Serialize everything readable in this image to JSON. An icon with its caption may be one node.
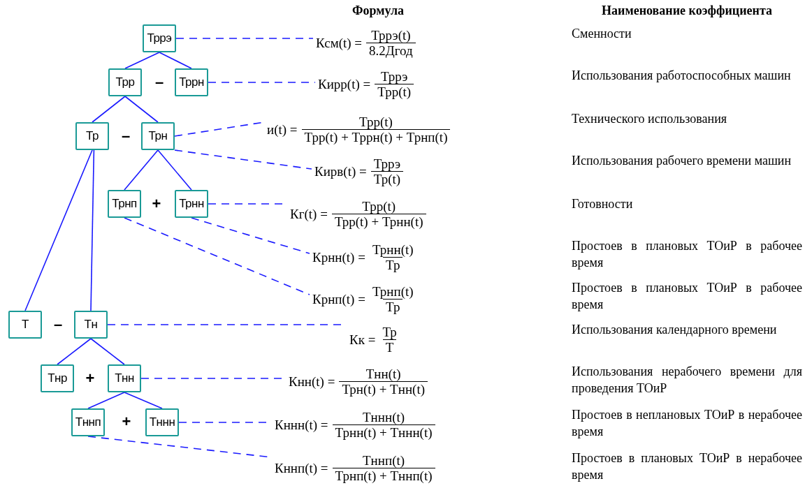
{
  "diagram": {
    "nodes": [
      {
        "text": [
          "Тррэ"
        ]
      },
      {
        "text": [
          "Трр"
        ]
      },
      {
        "text": [
          "Тррн"
        ]
      },
      {
        "text": [
          "Тр"
        ]
      },
      {
        "text": [
          "Трн"
        ]
      },
      {
        "text": [
          "Трнп"
        ]
      },
      {
        "text": [
          "Трнн"
        ]
      },
      {
        "text": [
          "Т"
        ]
      },
      {
        "text": [
          "Тн"
        ]
      },
      {
        "text": [
          "Тнр"
        ]
      },
      {
        "text": [
          "Тнн"
        ]
      },
      {
        "text": [
          "Тннп"
        ]
      },
      {
        "text": [
          "Тннн"
        ]
      },
      {
        "text": [
          "Ксм(t) =",
          "Тррэ(t)",
          "8.2Дгод"
        ]
      },
      {
        "text": [
          "Кирр(t) =",
          "Тррэ",
          "Трр(t)"
        ]
      },
      {
        "text": [
          "и(t) =",
          "Трр(t)",
          "Трр(t) + Тррн(t) +  Трнп(t)"
        ]
      },
      {
        "text": [
          "Кирв(t) =",
          "Тррэ",
          "Тр(t)"
        ]
      },
      {
        "text": [
          "Кг(t) =",
          "Трр(t)",
          "Трр(t) + Трнн(t)"
        ]
      },
      {
        "text": [
          "Крнн(t) =",
          "Трнн(t)",
          "Тр"
        ]
      },
      {
        "text": [
          "Крнп(t) =",
          "Трнп(t)",
          "Тр"
        ]
      },
      {
        "text": [
          "Кк =",
          "Тр",
          "Т"
        ]
      },
      {
        "text": [
          "Кнн(t) =",
          "Тнн(t)",
          "Трн(t) + Тнн(t)"
        ]
      },
      {
        "text": [
          "Кннн(t) =",
          "Тннн(t)",
          "Трнн(t) + Тннн(t)"
        ]
      },
      {
        "text": [
          "Кннп(t) =",
          "Тннп(t)",
          "Трнп(t) + Тннп(t)"
        ]
      }
    ],
    "edges": [
      {
        "from": 0,
        "to": 1,
        "arrow": "none"
      },
      {
        "from": 0,
        "to": 2,
        "arrow": "none"
      },
      {
        "from": 1,
        "to": 3,
        "arrow": "none"
      },
      {
        "from": 1,
        "to": 4,
        "arrow": "none"
      },
      {
        "from": 4,
        "to": 5,
        "arrow": "none"
      },
      {
        "from": 4,
        "to": 6,
        "arrow": "none"
      },
      {
        "from": 3,
        "to": 7,
        "arrow": "none"
      },
      {
        "from": 3,
        "to": 8,
        "arrow": "none"
      },
      {
        "from": 8,
        "to": 9,
        "arrow": "none"
      },
      {
        "from": 8,
        "to": 10,
        "arrow": "none"
      },
      {
        "from": 10,
        "to": 11,
        "arrow": "none"
      },
      {
        "from": 10,
        "to": 12,
        "arrow": "none"
      },
      {
        "from": 0,
        "to": 13,
        "arrow": "none",
        "style": "dashed"
      },
      {
        "from": 2,
        "to": 14,
        "arrow": "none",
        "style": "dashed"
      },
      {
        "from": 4,
        "to": 15,
        "arrow": "none",
        "style": "dashed"
      },
      {
        "from": 4,
        "to": 16,
        "arrow": "none",
        "style": "dashed"
      },
      {
        "from": 6,
        "to": 17,
        "arrow": "none",
        "style": "dashed"
      },
      {
        "from": 6,
        "to": 18,
        "arrow": "none",
        "style": "dashed"
      },
      {
        "from": 5,
        "to": 19,
        "arrow": "none",
        "style": "dashed"
      },
      {
        "from": 8,
        "to": 20,
        "arrow": "none",
        "style": "dashed"
      },
      {
        "from": 10,
        "to": 21,
        "arrow": "none",
        "style": "dashed"
      },
      {
        "from": 12,
        "to": 22,
        "arrow": "none",
        "style": "dashed"
      },
      {
        "from": 11,
        "to": 23,
        "arrow": "none",
        "style": "dashed"
      }
    ],
    "labels": [
      "Формула",
      "Наименование коэффициента",
      "–",
      "–",
      "+",
      "–",
      "+",
      "+",
      "Сменности",
      "Использования работоспособных машин",
      "Технического использования",
      "Использования рабочего времени машин",
      "Готовности",
      "Простоев в плановых ТОиР в рабочее время",
      "Простоев в плановых ТОиР в рабочее время",
      "Использования календарного времени",
      "Использования нерабочего времени для проведения ТОиР",
      "Простоев в неплановых ТОиР в нерабочее время",
      "Простоев в плановых ТОиР в нерабочее время"
    ]
  }
}
